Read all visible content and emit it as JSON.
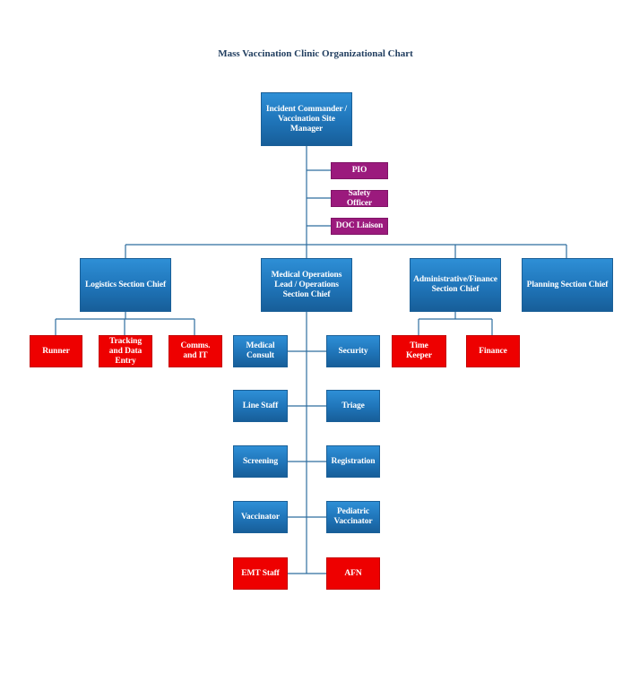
{
  "title": "Mass Vaccination Clinic Organizational Chart",
  "colors": {
    "primary": "#1f74b8",
    "staff": "#9b1a7d",
    "alert": "#ee0000",
    "line": "#2f6e9f",
    "title": "#1f3c5e"
  },
  "commander": "Incident Commander / Vaccination Site Manager",
  "staff": {
    "pio": "PIO",
    "safety": "Safety Officer",
    "doc": "DOC Liaison"
  },
  "sections": {
    "logistics": "Logistics Section Chief",
    "medical": "Medical Operations Lead / Operations Section Chief",
    "admin": "Administrative/Finance Section Chief",
    "planning": "Planning Section Chief"
  },
  "logistics_units": {
    "runner": "Runner",
    "tracking": "Tracking and Data Entry",
    "comms": "Comms. and IT"
  },
  "admin_units": {
    "timekeeper": "Time Keeper",
    "finance": "Finance"
  },
  "medical_units": {
    "consult": "Medical Consult",
    "security": "Security",
    "line_staff": "Line Staff",
    "triage": "Triage",
    "screening": "Screening",
    "registration": "Registration",
    "vaccinator": "Vaccinator",
    "pediatric": "Pediatric Vaccinator",
    "emt": "EMT Staff",
    "afn": "AFN"
  }
}
